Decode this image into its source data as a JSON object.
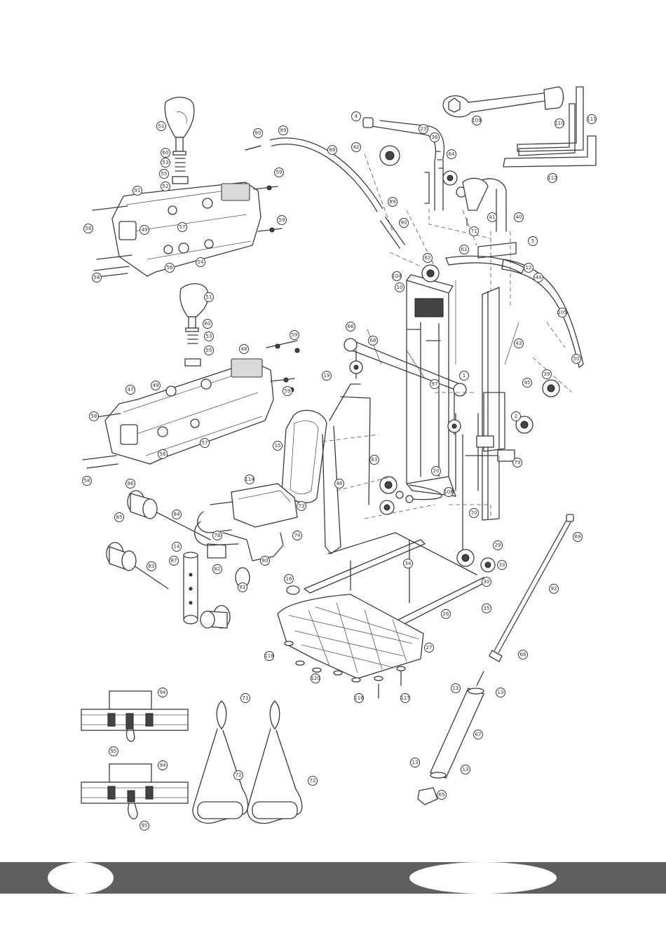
{
  "diagram": {
    "callouts": [
      {
        "id": "top-grip-51",
        "label": "51"
      },
      {
        "id": "top-grip-60",
        "label": "60"
      },
      {
        "id": "top-grip-53",
        "label": "53"
      },
      {
        "id": "top-grip-55",
        "label": "55"
      },
      {
        "id": "top-grip-52",
        "label": "52"
      },
      {
        "id": "top-frame-91",
        "label": "91"
      },
      {
        "id": "top-frame-58a",
        "label": "58"
      },
      {
        "id": "top-frame-59a",
        "label": "59"
      },
      {
        "id": "top-frame-59b",
        "label": "59"
      },
      {
        "id": "top-frame-49",
        "label": "49"
      },
      {
        "id": "top-frame-57",
        "label": "57"
      },
      {
        "id": "top-frame-56",
        "label": "56"
      },
      {
        "id": "top-frame-54",
        "label": "54"
      },
      {
        "id": "top-frame-58b",
        "label": "58"
      },
      {
        "id": "mid-grip-51",
        "label": "51"
      },
      {
        "id": "mid-grip-60",
        "label": "60"
      },
      {
        "id": "mid-grip-53",
        "label": "53"
      },
      {
        "id": "mid-grip-55",
        "label": "55"
      },
      {
        "id": "mid-frame-48",
        "label": "48"
      },
      {
        "id": "mid-frame-47",
        "label": "47"
      },
      {
        "id": "mid-frame-59a",
        "label": "59"
      },
      {
        "id": "mid-frame-59b",
        "label": "59"
      },
      {
        "id": "mid-frame-49",
        "label": "49"
      },
      {
        "id": "mid-frame-57",
        "label": "57"
      },
      {
        "id": "mid-frame-56",
        "label": "56"
      },
      {
        "id": "mid-frame-58a",
        "label": "58"
      },
      {
        "id": "mid-frame-58b",
        "label": "58"
      },
      {
        "id": "curve-90a",
        "label": "90"
      },
      {
        "id": "curve-89a",
        "label": "89"
      },
      {
        "id": "curve-88",
        "label": "88"
      },
      {
        "id": "curve-89b",
        "label": "89"
      },
      {
        "id": "curve-90b",
        "label": "90"
      },
      {
        "id": "tool-109",
        "label": "109"
      },
      {
        "id": "tool-110",
        "label": "110"
      },
      {
        "id": "tool-111",
        "label": "111"
      },
      {
        "id": "tool-112",
        "label": "112"
      },
      {
        "id": "arm-4",
        "label": "4"
      },
      {
        "id": "arm-23",
        "label": "23"
      },
      {
        "id": "arm-36",
        "label": "36"
      },
      {
        "id": "arm-42",
        "label": "42"
      },
      {
        "id": "arm-64",
        "label": "64"
      },
      {
        "id": "arm-41",
        "label": "41"
      },
      {
        "id": "arm-40",
        "label": "40"
      },
      {
        "id": "arm-71",
        "label": "71"
      },
      {
        "id": "tower-1",
        "label": "1"
      },
      {
        "id": "tower-2",
        "label": "2"
      },
      {
        "id": "tower-5",
        "label": "5"
      },
      {
        "id": "tower-10",
        "label": "10"
      },
      {
        "id": "tower-12",
        "label": "12"
      },
      {
        "id": "tower-20",
        "label": "20"
      },
      {
        "id": "tower-26",
        "label": "26"
      },
      {
        "id": "tower-27",
        "label": "27"
      },
      {
        "id": "tower-29",
        "label": "29"
      },
      {
        "id": "tower-30",
        "label": "30"
      },
      {
        "id": "tower-33",
        "label": "33"
      },
      {
        "id": "tower-34",
        "label": "34"
      },
      {
        "id": "tower-35",
        "label": "35"
      },
      {
        "id": "tower-39",
        "label": "39"
      },
      {
        "id": "tower-43",
        "label": "43"
      },
      {
        "id": "tower-44",
        "label": "44"
      },
      {
        "id": "tower-45",
        "label": "45"
      },
      {
        "id": "tower-46",
        "label": "46"
      },
      {
        "id": "tower-50",
        "label": "50"
      },
      {
        "id": "tower-61",
        "label": "61"
      },
      {
        "id": "tower-62",
        "label": "62"
      },
      {
        "id": "tower-63",
        "label": "63"
      },
      {
        "id": "tower-66",
        "label": "66"
      },
      {
        "id": "tower-68",
        "label": "68"
      },
      {
        "id": "tower-70",
        "label": "70"
      },
      {
        "id": "tower-79",
        "label": "79"
      },
      {
        "id": "tower-97",
        "label": "97"
      },
      {
        "id": "tower-104",
        "label": "104"
      },
      {
        "id": "tower-105",
        "label": "105"
      },
      {
        "id": "tower-108",
        "label": "108"
      },
      {
        "id": "seat-14",
        "label": "14"
      },
      {
        "id": "seat-15",
        "label": "15"
      },
      {
        "id": "seat-16",
        "label": "16"
      },
      {
        "id": "seat-19",
        "label": "19"
      },
      {
        "id": "seat-73",
        "label": "73"
      },
      {
        "id": "seat-74",
        "label": "74"
      },
      {
        "id": "seat-78",
        "label": "78"
      },
      {
        "id": "seat-80",
        "label": "80"
      },
      {
        "id": "seat-81",
        "label": "81"
      },
      {
        "id": "seat-82",
        "label": "82"
      },
      {
        "id": "seat-83",
        "label": "83"
      },
      {
        "id": "seat-84",
        "label": "84"
      },
      {
        "id": "seat-85",
        "label": "85"
      },
      {
        "id": "seat-86",
        "label": "86"
      },
      {
        "id": "seat-87",
        "label": "87"
      },
      {
        "id": "seat-114",
        "label": "114"
      },
      {
        "id": "base-118",
        "label": "118"
      },
      {
        "id": "base-116",
        "label": "116"
      },
      {
        "id": "base-117",
        "label": "117"
      },
      {
        "id": "base-120",
        "label": "120"
      },
      {
        "id": "bar-69",
        "label": "69"
      },
      {
        "id": "bar-92",
        "label": "92"
      },
      {
        "id": "bar-68",
        "label": "68"
      },
      {
        "id": "bar-13a",
        "label": "13"
      },
      {
        "id": "bar-13b",
        "label": "13"
      },
      {
        "id": "bar-67",
        "label": "67"
      },
      {
        "id": "bar-13c",
        "label": "13"
      },
      {
        "id": "bar-13d",
        "label": "13"
      },
      {
        "id": "bar-65",
        "label": "65"
      },
      {
        "id": "strap-94a",
        "label": "94"
      },
      {
        "id": "strap-95a",
        "label": "95"
      },
      {
        "id": "strap-94b",
        "label": "94"
      },
      {
        "id": "strap-95b",
        "label": "95"
      },
      {
        "id": "handle-71",
        "label": "71"
      },
      {
        "id": "handle-72a",
        "label": "72"
      },
      {
        "id": "handle-72b",
        "label": "72"
      }
    ]
  },
  "footer": {
    "band_color": "#5f5f5f",
    "left_page_label": "",
    "right_section_label": ""
  }
}
